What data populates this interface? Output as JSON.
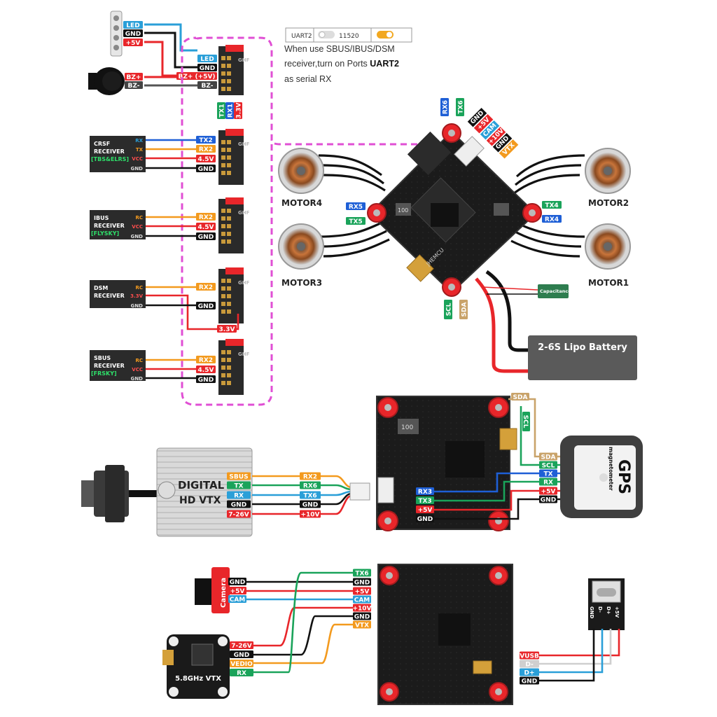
{
  "setting_box": {
    "port": "UART2",
    "baud": "11520"
  },
  "note": {
    "line1": "When use SBUS/IBUS/DSM",
    "line2a": "receiver,turn on Ports ",
    "line2b": "UART2",
    "line3": "as serial RX"
  },
  "led_strip": {
    "led": "LED",
    "gnd": "GND",
    "v5": "+5V"
  },
  "buzzer": {
    "bzp": "BZ+",
    "bzm": "BZ-"
  },
  "fc_top_pads": {
    "led": "LED",
    "gnd": "GND",
    "bz_5v": "BZ+ (+5V)",
    "bzm": "BZ-",
    "tx1": "TX1",
    "rx1": "RX1",
    "v33": "3.3V"
  },
  "receivers": [
    {
      "name1": "CRSF",
      "name2": "RECEIVER",
      "name3": "[TBS&ELRS]",
      "pins": [
        "RX",
        "TX",
        "VCC",
        "GND"
      ],
      "pads": [
        "TX2",
        "RX2",
        "4.5V",
        "GND"
      ]
    },
    {
      "name1": "IBUS",
      "name2": "RECEIVER",
      "name3": "[FLYSKY]",
      "pins": [
        "RC",
        "VCC",
        "GND"
      ],
      "pads": [
        "RX2",
        "4.5V",
        "GND"
      ]
    },
    {
      "name1": "DSM",
      "name2": "RECEIVER",
      "name3": "",
      "pins": [
        "RC",
        "3.3V",
        "GND"
      ],
      "pads": [
        "RX2",
        "GND",
        "3.3V"
      ]
    },
    {
      "name1": "SBUS",
      "name2": "RECEIVER",
      "name3": "[FRSKY]",
      "pins": [
        "RC",
        "VCC",
        "GND"
      ],
      "pads": [
        "RX2",
        "4.5V",
        "GND"
      ]
    }
  ],
  "board_brand": "GHF",
  "fc_main": {
    "top_pins": [
      "RX6",
      "TX6"
    ],
    "right_pins": [
      "GND",
      "+5V",
      "CAM",
      "+10V",
      "GND",
      "VTX"
    ],
    "rx5": "RX5",
    "tx5": "TX5",
    "tx4": "TX4",
    "rx4": "RX4",
    "scl": "SCL",
    "sda": "SDA",
    "cap": "Capacitance",
    "battery": "2-6S Lipo Battery",
    "brand": "JHEMCU"
  },
  "motors": {
    "m1": "MOTOR1",
    "m2": "MOTOR2",
    "m3": "MOTOR3",
    "m4": "MOTOR4"
  },
  "chip_mark": "100",
  "digital_vtx": {
    "title1": "DIGITAL",
    "title2": "HD VTX",
    "pins": [
      "SBUS",
      "TX",
      "RX",
      "GND",
      "7-26V"
    ],
    "pads": [
      "RX2",
      "RX6",
      "TX6",
      "GND",
      "+10V"
    ]
  },
  "gps": {
    "title": "GPS",
    "subtitle": "magnetometer",
    "pins": [
      "SDA",
      "SCL",
      "TX",
      "RX",
      "+5V",
      "GND"
    ],
    "fc_pads": [
      "SDA",
      "SCL",
      "RX3",
      "TX3",
      "+5V",
      "GND"
    ]
  },
  "camera": {
    "label": "Camera",
    "pins": [
      "GND",
      "+5V",
      "CAM"
    ]
  },
  "analog_vtx": {
    "label": "5.8GHz VTX",
    "pins": [
      "7-26V",
      "GND",
      "VEDIO",
      "RX"
    ]
  },
  "fc_bottom_pads": [
    "TX6",
    "GND",
    "+5V",
    "CAM",
    "+10V",
    "GND",
    "VTX"
  ],
  "usb": {
    "pins_v": [
      "GND",
      "D-",
      "D+",
      "+5V"
    ],
    "pads": [
      "VUSB",
      "D-",
      "D+",
      "GND"
    ]
  },
  "colors": {
    "red": "#e8262a",
    "black": "#111111",
    "orange": "#f39a1e",
    "green": "#1aa35a",
    "blue": "#1e5fd6",
    "lightblue": "#2a9fd8",
    "magenta": "#e04fd4",
    "tan": "#c9a36a",
    "gray": "#cfcfcf"
  }
}
